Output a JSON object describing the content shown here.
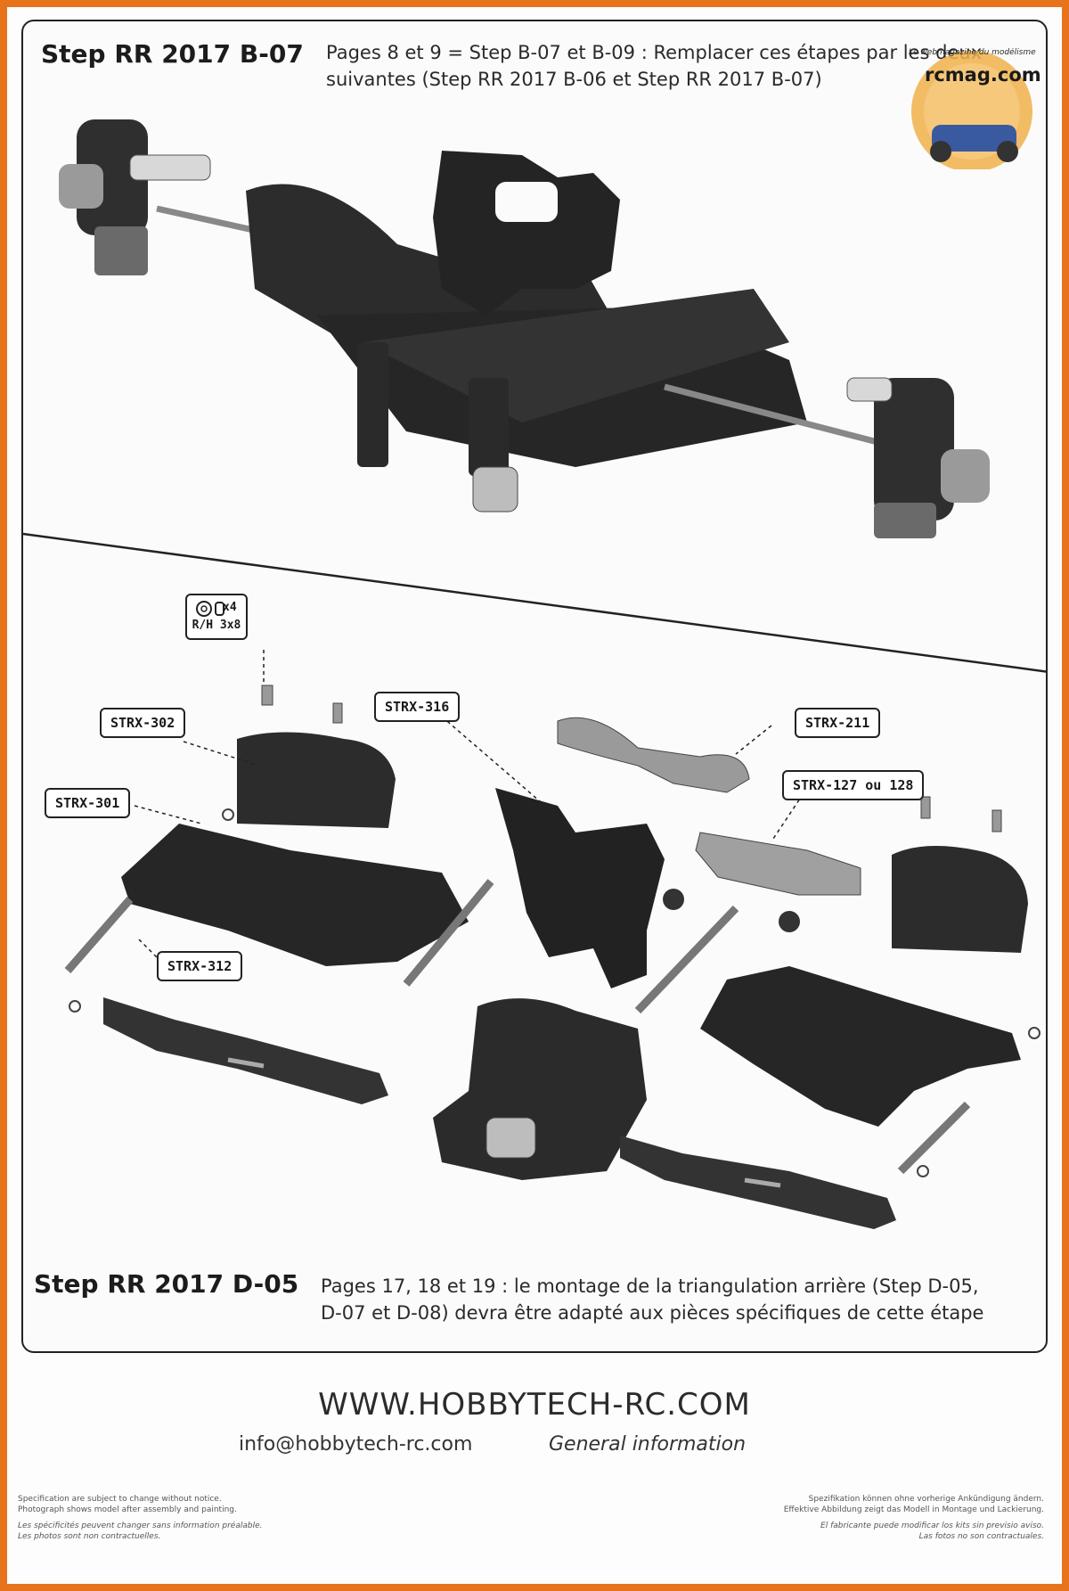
{
  "step1": {
    "title": "Step RR 2017 B-07",
    "desc_line1": "Pages 8 et 9 = Step B-07 et B-09 : Remplacer ces étapes par les deux",
    "desc_line2": "suivantes (Step RR 2017 B-06 et Step RR 2017 B-07)"
  },
  "step2": {
    "title": "Step RR 2017 D-05",
    "desc_line1": "Pages 17, 18 et 19 : le montage de la triangulation arrière (Step D-05,",
    "desc_line2": "D-07 et D-08) devra être adapté aux pièces spécifiques de cette étape"
  },
  "screw": {
    "qty": "x4",
    "spec": "R/H 3x8"
  },
  "parts": {
    "strx302": "STRX-302",
    "strx301": "STRX-301",
    "strx312": "STRX-312",
    "strx316": "STRX-316",
    "strx211": "STRX-211",
    "strx127": "STRX-127 ou 128"
  },
  "logo": {
    "text": "rcmag.com",
    "tagline": "Le webmagazine du modélisme"
  },
  "footer": {
    "website": "WWW.HOBBYTECH-RC.COM",
    "email": "info@hobbytech-rc.com",
    "general": "General information",
    "left": [
      "Specification are subject to change without notice.",
      "Photograph shows model after assembly and painting.",
      "Les spécificités peuvent changer sans information préalable.",
      "Les photos sont non contractuelles."
    ],
    "right": [
      "Spezifikation können ohne vorherige Ankündigung ändern.",
      "Effektive Abbildung zeigt das Modell in Montage und Lackierung.",
      "El fabricante puede modificar los kits sin previsio aviso.",
      "Las fotos no son contractuales."
    ]
  },
  "colors": {
    "frame": "#e8731d",
    "parts": "#2a2a2a",
    "metal": "#bdbdbd"
  }
}
